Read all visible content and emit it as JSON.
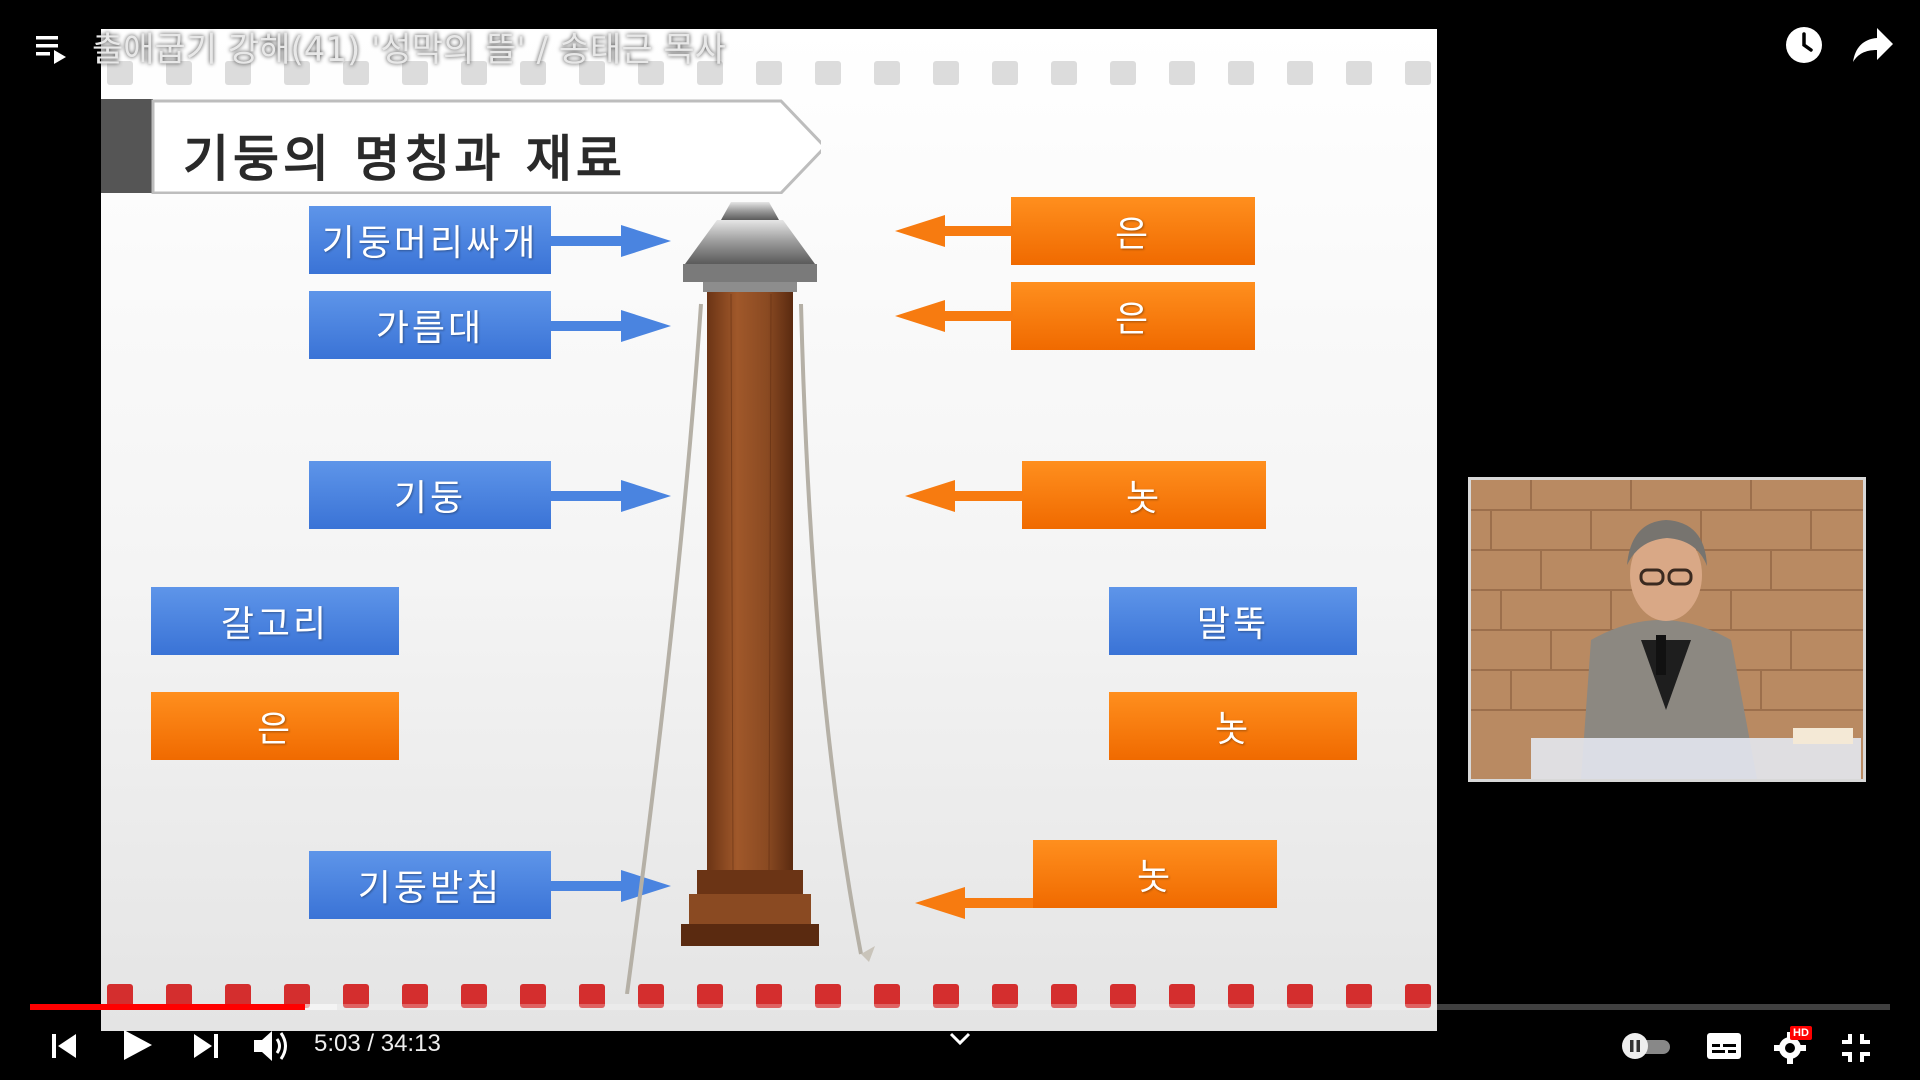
{
  "player": {
    "title": "출애굽기 강해(41) '성막의 뜰' / 송태근 목사",
    "time_current": "5:03",
    "time_separator": " / ",
    "time_total": "34:13",
    "progress_fraction": 0.148,
    "buffer_fraction": 0.165,
    "settings_badge": "HD",
    "accent_color": "#ff0000"
  },
  "slide": {
    "title": "기둥의 명칭과 재료",
    "parts": [
      "기둥머리싸개",
      "가름대",
      "기둥",
      "갈고리",
      "기둥받침"
    ],
    "materials_right": [
      "은",
      "은",
      "놋",
      "놋"
    ],
    "peg_label": "말뚝",
    "peg_material": "놋",
    "hook_material": "은"
  },
  "icons": {
    "playlist": "playlist-icon",
    "watch_later": "clock-icon",
    "share": "share-icon",
    "prev": "skip-previous-icon",
    "play": "play-icon",
    "next": "skip-next-icon",
    "volume": "volume-icon",
    "autoplay": "autoplay-toggle-icon",
    "captions": "subtitles-icon",
    "settings": "gear-icon",
    "fullscreen_exit": "exit-fullscreen-icon"
  },
  "colors": {
    "label_blue": "#4a84e0",
    "label_orange": "#f77b10",
    "filmstrip_red": "#d42e2e"
  }
}
